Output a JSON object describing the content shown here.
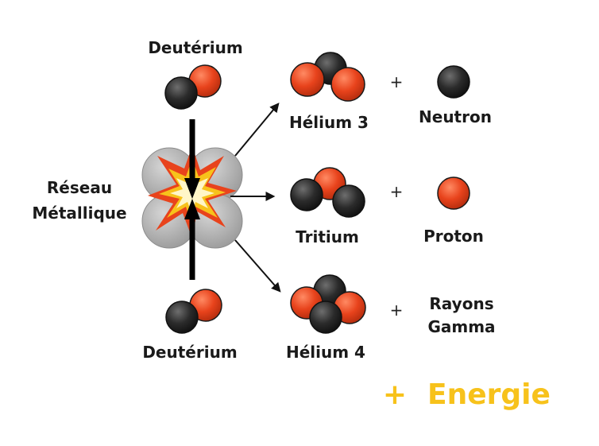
{
  "labels": {
    "deuterium_top": "Deutérium",
    "deuterium_bottom": "Deutérium",
    "lattice_line1": "Réseau",
    "lattice_line2": "Métallique",
    "helium3": "Hélium 3",
    "neutron": "Neutron",
    "tritium": "Tritium",
    "proton": "Proton",
    "helium4": "Hélium 4",
    "gamma_line1": "Rayons",
    "gamma_line2": "Gamma"
  },
  "operators": {
    "plus_1": "+",
    "plus_2": "+",
    "plus_3": "+"
  },
  "energy": {
    "plus": "+",
    "label": "Energie"
  },
  "colors": {
    "proton": "#e8431c",
    "neutron": "#2b2b2b",
    "energy": "#f7c21b",
    "lattice": "#b8b8b8",
    "flash_outer": "#e8431c",
    "flash_inner": "#fff6c8"
  }
}
